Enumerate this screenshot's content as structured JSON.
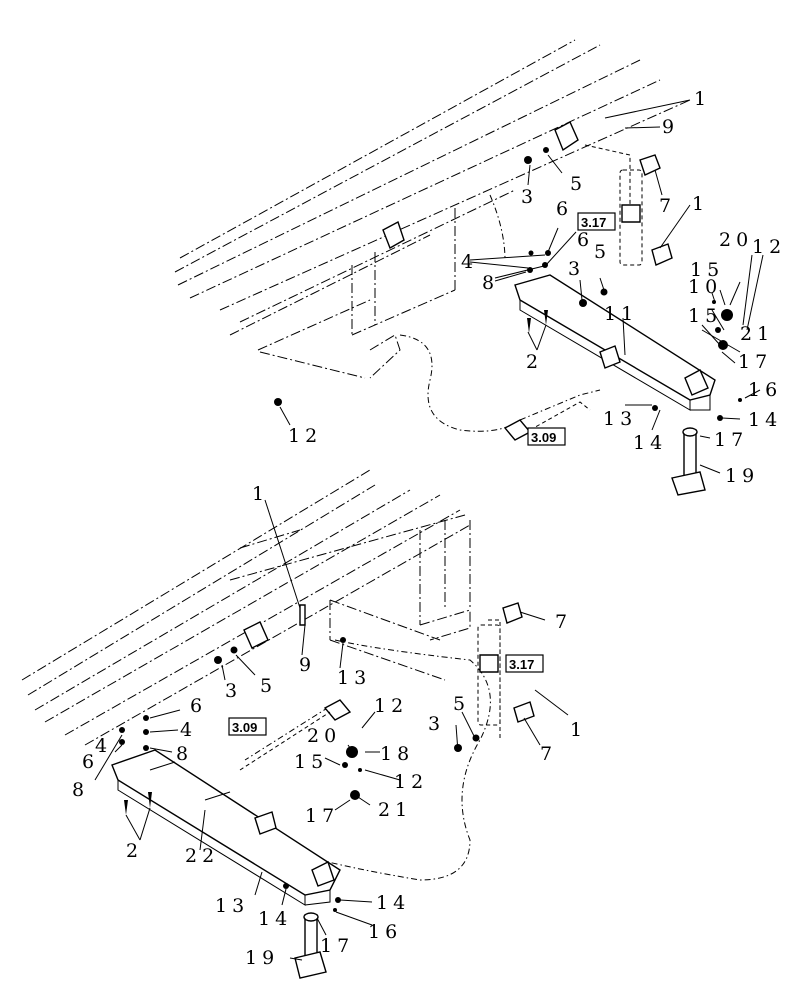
{
  "top_assembly": {
    "callouts": [
      "1",
      "9",
      "3",
      "5",
      "6",
      "6",
      "7",
      "1",
      "4",
      "8",
      "3",
      "5",
      "20",
      "12",
      "15",
      "10",
      "15",
      "21",
      "11",
      "2",
      "17",
      "16",
      "13",
      "14",
      "14",
      "17",
      "19",
      "12"
    ],
    "ref_boxes": [
      "3.17",
      "3.09"
    ]
  },
  "bottom_assembly": {
    "callouts": [
      "1",
      "7",
      "3",
      "5",
      "9",
      "13",
      "6",
      "4",
      "4",
      "8",
      "8",
      "6",
      "2",
      "3.09",
      "12",
      "20",
      "15",
      "18",
      "12",
      "21",
      "17",
      "5",
      "3",
      "1",
      "7",
      "22",
      "13",
      "14",
      "14",
      "16",
      "17",
      "19"
    ],
    "ref_boxes": [
      "3.17",
      "3.09"
    ]
  },
  "colors": {
    "ink": "#000000",
    "paper": "#ffffff"
  }
}
